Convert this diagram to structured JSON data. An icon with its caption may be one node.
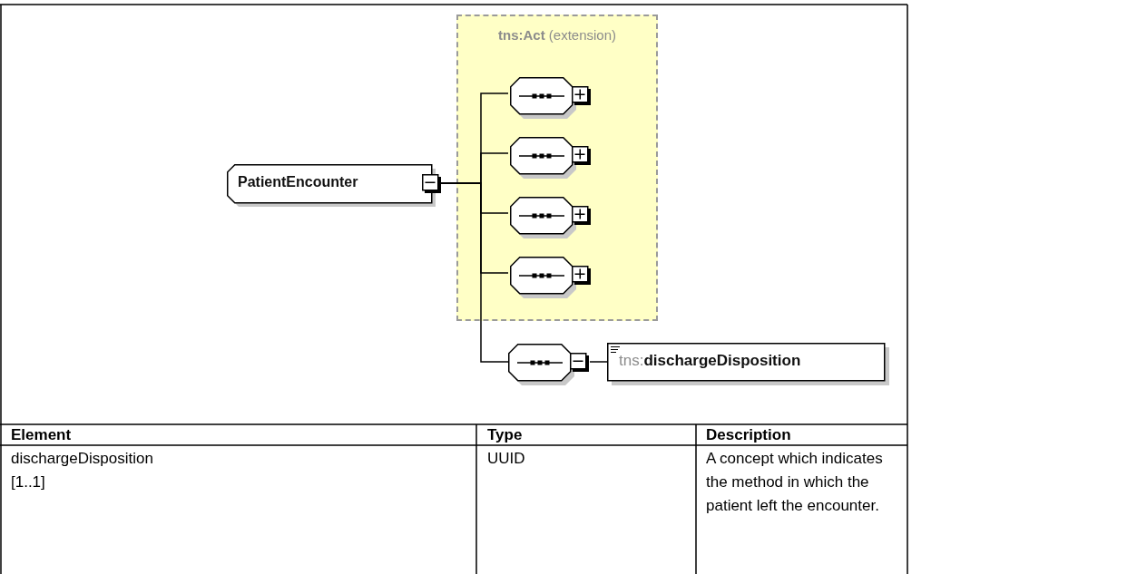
{
  "diagram": {
    "nodes": [
      {
        "text": [
          "PatientEncounter"
        ]
      },
      {
        "text": [
          "**tns:Act** (extension)"
        ]
      },
      {
        "text": [],
        "shape": "octagon",
        "in": 1
      },
      {
        "text": [],
        "shape": "octagon",
        "in": 1
      },
      {
        "text": [],
        "shape": "octagon",
        "in": 1
      },
      {
        "text": [],
        "shape": "octagon",
        "in": 1
      },
      {
        "text": [],
        "shape": "octagon"
      },
      {
        "text": [
          "tns:**dischargeDisposition**"
        ]
      }
    ],
    "edges": [
      {
        "from": 0,
        "to": 2,
        "arrow": "none"
      },
      {
        "from": 0,
        "to": 3,
        "arrow": "none"
      },
      {
        "from": 0,
        "to": 4,
        "arrow": "none"
      },
      {
        "from": 0,
        "to": 5,
        "arrow": "none"
      },
      {
        "from": 0,
        "to": 6,
        "arrow": "none"
      },
      {
        "from": 6,
        "to": 7,
        "arrow": "none"
      }
    ],
    "labels": [
      "Element",
      "Type",
      "Description",
      "dischargeDisposition",
      "[1..1]",
      "UUID",
      "A concept which indicates the method in which the patient left the encounter."
    ]
  }
}
